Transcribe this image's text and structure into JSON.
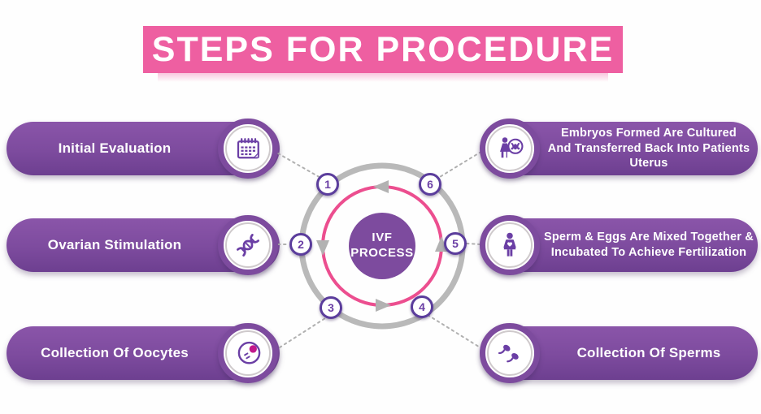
{
  "title": "STEPS FOR PROCEDURE",
  "center": {
    "line1": "IVF",
    "line2": "PROCESS"
  },
  "colors": {
    "banner_pink": "#ee5fa1",
    "pill_purple": "#7d4b9e",
    "ring_pink": "#ec4e8f",
    "ring_gray": "#b9b9b9",
    "badge_border_purple": "#5b3d9c",
    "number_purple": "#6b3fa5",
    "icon_purple": "#6b3fa5",
    "oocyte_magenta": "#c2188b"
  },
  "steps": [
    {
      "number": "1",
      "label": "Initial Evaluation",
      "icon": "calendar-icon",
      "side": "left"
    },
    {
      "number": "2",
      "label": "Ovarian Stimulation",
      "icon": "dna-icon",
      "side": "left"
    },
    {
      "number": "3",
      "label": "Collection Of Oocytes",
      "icon": "oocyte-icon",
      "side": "left"
    },
    {
      "number": "4",
      "label": "Collection Of Sperms",
      "icon": "sperms-icon",
      "side": "right"
    },
    {
      "number": "5",
      "label": "Sperm & Eggs Are Mixed Together &\nIncubated To Achieve Fertilization",
      "icon": "woman-icon",
      "side": "right"
    },
    {
      "number": "6",
      "label": "Embryos Formed Are Cultured\nAnd Transferred Back Into Patients\nUterus",
      "icon": "embryo-transfer-icon",
      "side": "right"
    }
  ]
}
